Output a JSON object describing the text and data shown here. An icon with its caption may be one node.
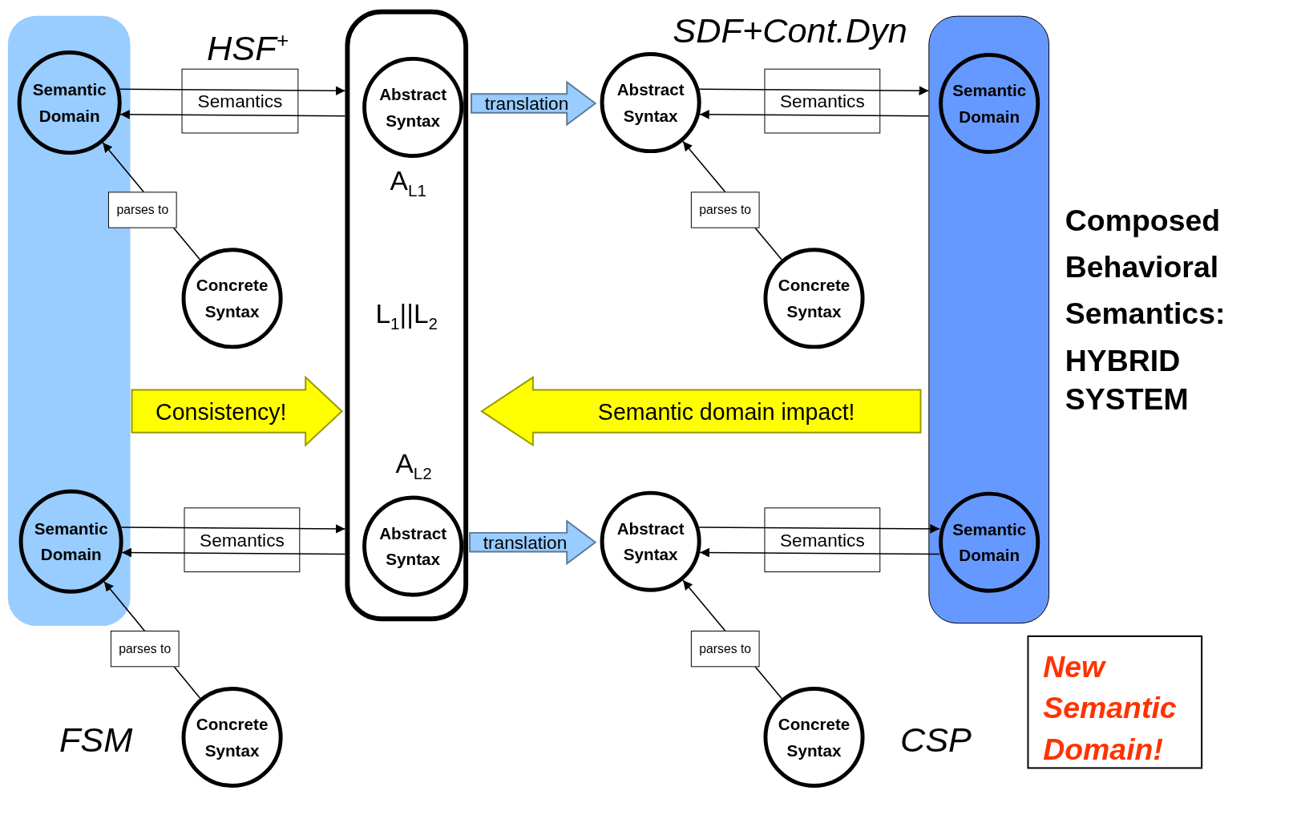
{
  "diagram": {
    "nodes": [
      {
        "text": [],
        "shape": "box"
      },
      {
        "text": [
          "Semantic Domain"
        ],
        "in": 0
      },
      {
        "text": [
          "A$_{L1}$",
          "L$_{1}$||L$_{2}$",
          "A$_{L2}$"
        ]
      },
      {
        "text": [
          "Abstract Syntax"
        ],
        "in": 2
      },
      {
        "text": [
          "Abstract Syntax"
        ]
      },
      {
        "text": [],
        "shape": "box"
      },
      {
        "text": [
          "Semantic Domain"
        ],
        "in": 5
      },
      {
        "text": [
          "Concrete Syntax"
        ]
      },
      {
        "text": [
          "Concrete Syntax"
        ]
      },
      {
        "text": [
          "Semantic Domain"
        ],
        "in": 0
      },
      {
        "text": [
          "Abstract Syntax"
        ],
        "in": 2
      },
      {
        "text": [
          "Abstract Syntax"
        ]
      },
      {
        "text": [
          "Semantic Domain"
        ],
        "in": 5
      },
      {
        "text": [
          "Concrete Syntax"
        ]
      },
      {
        "text": [
          "Concrete Syntax"
        ]
      },
      {
        "text": [
          "New Semantic Domain!"
        ]
      }
    ],
    "edges": [
      {
        "from": 1,
        "to": 2,
        "arrow": "to",
        "label": "Semantics"
      },
      {
        "from": 2,
        "to": 1,
        "arrow": "to"
      },
      {
        "from": 3,
        "to": 4,
        "arrow": "to",
        "label": "translation",
        "style": "thick",
        "color": "#99ccff"
      },
      {
        "from": 4,
        "to": 5,
        "arrow": "to",
        "label": "Semantics"
      },
      {
        "from": 5,
        "to": 4,
        "arrow": "to"
      },
      {
        "from": 7,
        "to": 1,
        "arrow": "to",
        "label": "parses to"
      },
      {
        "from": 8,
        "to": 4,
        "arrow": "to",
        "label": "parses to"
      },
      {
        "from": 0,
        "to": 2,
        "arrow": "to",
        "label": "Consistency!",
        "style": "thick",
        "color": "#ffff00"
      },
      {
        "from": 5,
        "to": 2,
        "arrow": "to",
        "label": "Semantic domain impact!",
        "style": "thick",
        "color": "#ffff00"
      },
      {
        "from": 9,
        "to": 2,
        "arrow": "to",
        "label": "Semantics"
      },
      {
        "from": 2,
        "to": 9,
        "arrow": "to"
      },
      {
        "from": 10,
        "to": 11,
        "arrow": "to",
        "label": "translation",
        "style": "thick",
        "color": "#99ccff"
      },
      {
        "from": 11,
        "to": 12,
        "arrow": "to",
        "label": "Semantics"
      },
      {
        "from": 12,
        "to": 11,
        "arrow": "to"
      },
      {
        "from": 13,
        "to": 9,
        "arrow": "to",
        "label": "parses to"
      },
      {
        "from": 14,
        "to": 11,
        "arrow": "to",
        "label": "parses to"
      }
    ],
    "labels": [
      "HSF$^{+}$",
      "SDF+Cont.Dyn",
      "Composed Behavioral Semantics:",
      "HYBRID SYSTEM",
      "FSM",
      "CSP"
    ]
  }
}
